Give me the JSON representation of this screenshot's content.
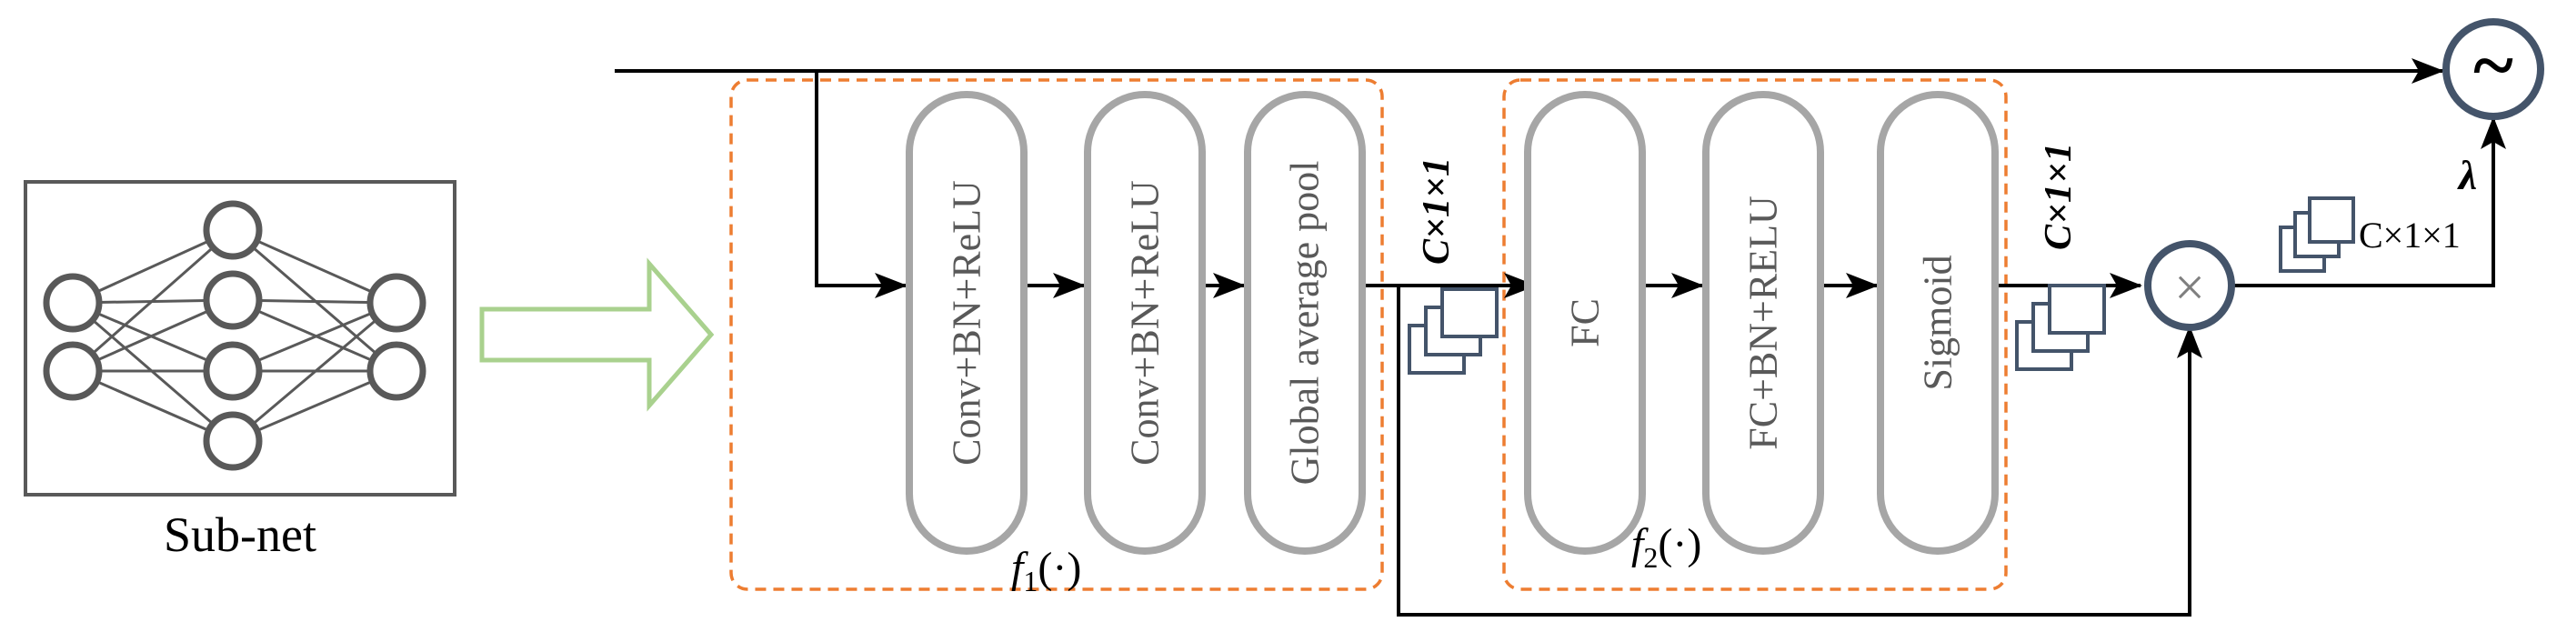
{
  "subnet": {
    "label": "Sub-net"
  },
  "blocks": {
    "f1": [
      {
        "label": "Conv+BN+ReLU"
      },
      {
        "label": "Conv+BN+ReLU"
      },
      {
        "label": "Global average pool"
      }
    ],
    "f2": [
      {
        "label": "FC"
      },
      {
        "label": "FC+BN+RELU"
      },
      {
        "label": "Sigmoid"
      }
    ]
  },
  "groups": {
    "f1": {
      "label": "f1(·)",
      "fn": "f",
      "sub": "1",
      "arg": "(·)"
    },
    "f2": {
      "label": "f2(·)",
      "fn": "f",
      "sub": "2",
      "arg": "(·)"
    }
  },
  "dims": {
    "after_pool": "C×1×1",
    "after_sigmoid": "C×1×1",
    "after_multiply": "C×1×1"
  },
  "operators": {
    "multiply": "×",
    "approx": "~"
  },
  "lambda_label": "λ",
  "colors": {
    "block_border": "#a6a6a6",
    "group_border": "#ed7d31",
    "arrow_fill": "#a9d18e",
    "operator_border": "#44546a",
    "node_border": "#595959"
  },
  "icons": [
    "neural-network-icon",
    "hollow-arrow-icon",
    "feature-map-stack-icon",
    "multiply-icon",
    "approx-icon"
  ]
}
